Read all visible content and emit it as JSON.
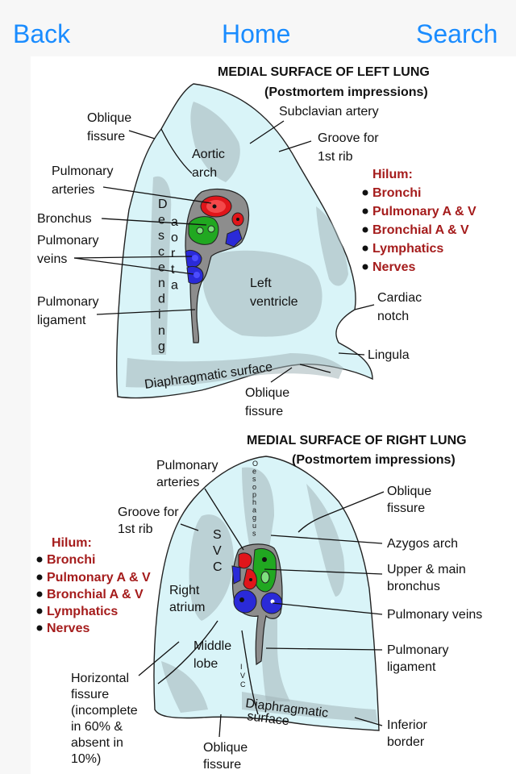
{
  "nav": {
    "back": "Back",
    "home": "Home",
    "search": "Search"
  },
  "colors": {
    "nav": "#1a8cff",
    "hilum_text": "#a51c1c",
    "lung_fill": "#d9f4f8",
    "artery": "#e0151a",
    "vein": "#2a2ad8",
    "bronchus": "#21a821"
  },
  "left_lung": {
    "title": "MEDIAL SURFACE OF LEFT  LUNG",
    "subtitle": "(Postmortem impressions)",
    "labels": {
      "oblique_fissure_top": [
        "Oblique",
        "fissure"
      ],
      "subclavian_artery": "Subclavian artery",
      "groove_1st_rib": [
        "Groove for",
        "1st rib"
      ],
      "aortic_arch": [
        "Aortic",
        "arch"
      ],
      "pulmonary_arteries": [
        "Pulmonary",
        "arteries"
      ],
      "bronchus": "Bronchus",
      "pulmonary_veins": [
        "Pulmonary",
        "veins"
      ],
      "pulmonary_ligament": [
        "Pulmonary",
        "ligament"
      ],
      "left_ventricle": [
        "Left",
        "ventricle"
      ],
      "cardiac_notch": [
        "Cardiac",
        "notch"
      ],
      "lingula": "Lingula",
      "diaphragmatic_surface": "Diaphragmatic surface",
      "oblique_fissure_bottom": [
        "Oblique",
        "fissure"
      ],
      "descending_aorta_col1": [
        "D",
        "e",
        "s",
        "c",
        "e",
        "n",
        "d",
        "i",
        "n",
        "g"
      ],
      "descending_aorta_col2": [
        "a",
        "o",
        "r",
        "t",
        "a"
      ]
    },
    "hilum": {
      "heading": "Hilum:",
      "items": [
        "Bronchi",
        "Pulmonary A & V",
        "Bronchial A & V",
        "Lymphatics",
        "Nerves"
      ]
    }
  },
  "right_lung": {
    "title": "MEDIAL SURFACE OF RIGHT LUNG",
    "subtitle": "(Postmortem impressions)",
    "labels": {
      "pulmonary_arteries": [
        "Pulmonary",
        "arteries"
      ],
      "oesophagus": [
        "O",
        "e",
        "s",
        "o",
        "p",
        "h",
        "a",
        "g",
        "u",
        "s"
      ],
      "oblique_fissure_top": [
        "Oblique",
        "fissure"
      ],
      "groove_1st_rib": [
        "Groove for",
        "1st rib"
      ],
      "azygos_arch": "Azygos arch",
      "svc": [
        "S",
        "V",
        "C"
      ],
      "upper_main_bronchus": [
        "Upper & main",
        "bronchus"
      ],
      "right_atrium": [
        "Right",
        "atrium"
      ],
      "pulmonary_veins": "Pulmonary veins",
      "middle_lobe": [
        "Middle",
        "lobe"
      ],
      "pulmonary_ligament": [
        "Pulmonary",
        "ligament"
      ],
      "ivc": [
        "I",
        "V",
        "C"
      ],
      "horizontal_fissure": [
        "Horizontal",
        "fissure",
        "(incomplete",
        "in 60% &",
        "absent in",
        "10%)"
      ],
      "diaphragmatic_surface": [
        "Diaphragmatic",
        "surface"
      ],
      "inferior_border": [
        "Inferior",
        "border"
      ],
      "oblique_fissure_bottom": [
        "Oblique",
        "fissure"
      ]
    },
    "hilum": {
      "heading": "Hilum:",
      "items": [
        "Bronchi",
        "Pulmonary A & V",
        "Bronchial A & V",
        "Lymphatics",
        "Nerves"
      ]
    }
  }
}
